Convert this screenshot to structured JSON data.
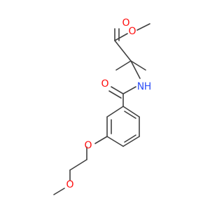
{
  "molecule": {
    "atoms": {
      "O_ester_double": {
        "symbol": "O",
        "color": "#ff0d0d"
      },
      "O_ester_single": {
        "symbol": "O",
        "color": "#ff0d0d"
      },
      "O_amide": {
        "symbol": "O",
        "color": "#ff0d0d"
      },
      "N_amide": {
        "symbol": "N",
        "H": "H",
        "color": "#3050f8"
      },
      "O_aryl_ether": {
        "symbol": "O",
        "color": "#ff0d0d"
      },
      "O_methoxy": {
        "symbol": "O",
        "color": "#ff0d0d"
      }
    },
    "colors": {
      "bond": "#404040",
      "background": "#ffffff"
    }
  }
}
